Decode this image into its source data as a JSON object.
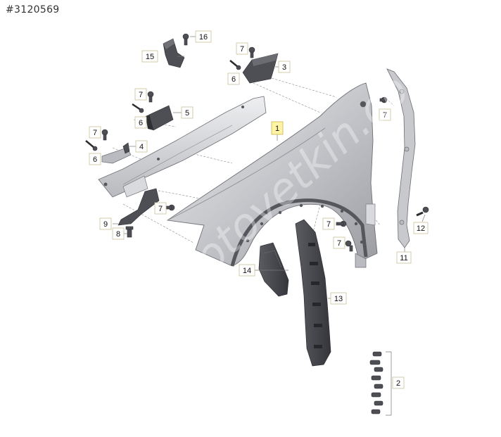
{
  "reference_id": "#3120569",
  "watermark": "otoyetkin.com",
  "callouts": [
    {
      "id": "c1",
      "label": "1",
      "highlight": true
    },
    {
      "id": "c2",
      "label": "2"
    },
    {
      "id": "c3",
      "label": "3"
    },
    {
      "id": "c4",
      "label": "4"
    },
    {
      "id": "c5",
      "label": "5"
    },
    {
      "id": "c6a",
      "label": "6"
    },
    {
      "id": "c6b",
      "label": "6"
    },
    {
      "id": "c6c",
      "label": "6"
    },
    {
      "id": "c7a",
      "label": "7"
    },
    {
      "id": "c7b",
      "label": "7"
    },
    {
      "id": "c7c",
      "label": "7"
    },
    {
      "id": "c7d",
      "label": "7"
    },
    {
      "id": "c7e",
      "label": "7"
    },
    {
      "id": "c7f",
      "label": "7"
    },
    {
      "id": "c7g",
      "label": "7"
    },
    {
      "id": "c8",
      "label": "8"
    },
    {
      "id": "c9",
      "label": "9"
    },
    {
      "id": "c11",
      "label": "11"
    },
    {
      "id": "c12",
      "label": "12"
    },
    {
      "id": "c13",
      "label": "13"
    },
    {
      "id": "c14",
      "label": "14"
    },
    {
      "id": "c15",
      "label": "15"
    },
    {
      "id": "c16",
      "label": "16"
    }
  ]
}
